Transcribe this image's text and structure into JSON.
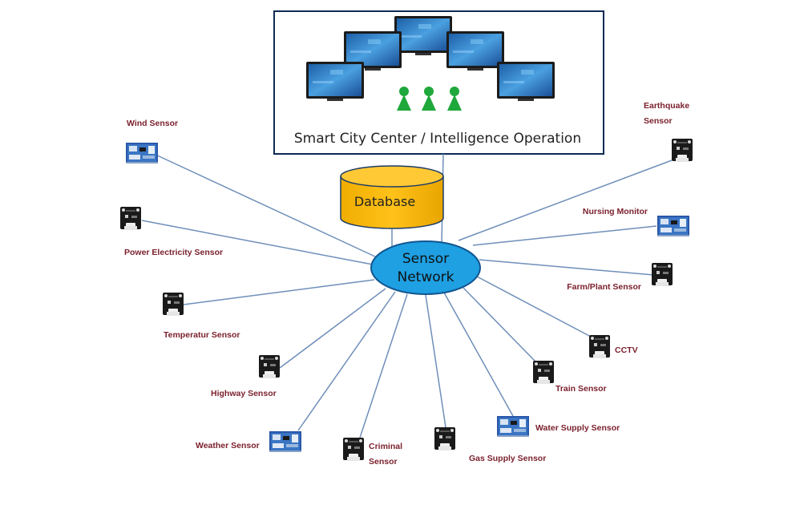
{
  "center": {
    "title": "Smart City Center / Intelligence Operation"
  },
  "database": {
    "label": "Database"
  },
  "network": {
    "line1": "Sensor",
    "line2": "Network"
  },
  "colors": {
    "line": "#6f8fb9",
    "network_fill": "#1ea0e3",
    "database_fill": "#f6b800",
    "people": "#1fa83b",
    "label": "#7a1f2b"
  },
  "sensors": [
    {
      "lines": [
        "Wind Sensor"
      ],
      "icon": "blue-board"
    },
    {
      "lines": [
        "Power Electricity Sensor"
      ],
      "icon": "black-module"
    },
    {
      "lines": [
        "Temperatur Sensor"
      ],
      "icon": "black-module"
    },
    {
      "lines": [
        "Highway Sensor"
      ],
      "icon": "black-module"
    },
    {
      "lines": [
        "Weather Sensor"
      ],
      "icon": "blue-board"
    },
    {
      "lines": [
        "Criminal",
        "Sensor"
      ],
      "icon": "black-module"
    },
    {
      "lines": [
        "Gas Supply Sensor"
      ],
      "icon": "black-module"
    },
    {
      "lines": [
        "Water Supply Sensor"
      ],
      "icon": "blue-board"
    },
    {
      "lines": [
        "Train Sensor"
      ],
      "icon": "black-module"
    },
    {
      "lines": [
        "CCTV"
      ],
      "icon": "black-module"
    },
    {
      "lines": [
        "Farm/Plant Sensor"
      ],
      "icon": "black-module"
    },
    {
      "lines": [
        "Nursing Monitor"
      ],
      "icon": "blue-board"
    },
    {
      "lines": [
        "Earthquake",
        "Sensor"
      ],
      "icon": "black-module"
    }
  ]
}
